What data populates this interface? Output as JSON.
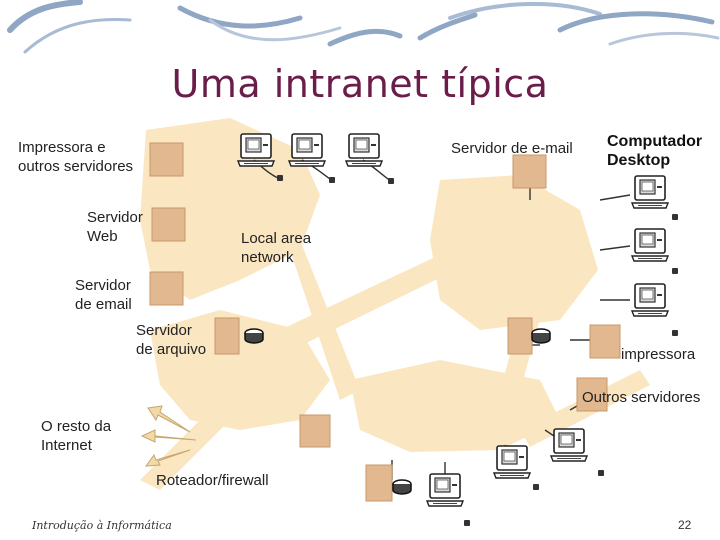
{
  "slide": {
    "title": "Uma intranet típica",
    "footer_left": "Introdução à Informática",
    "page_number": "22"
  },
  "labels": {
    "impressora_outros": "Impressora e\noutros servidores",
    "servidor_web": "Servidor\nWeb",
    "servidor_email_left": "Servidor\nde email",
    "servidor_arquivo": "Servidor\nde arquivo",
    "local_area_network": "Local area\nnetwork",
    "servidor_email_top": "Servidor de e-mail",
    "computador_desktop": "Computador\nDesktop",
    "impressora": "impressora",
    "outros_servidores": "Outros servidores",
    "resto_internet": "O resto da\nInternet",
    "roteador_firewall": "Roteador/firewall"
  },
  "colors": {
    "title": "#6b1d4a",
    "network_fill": "#fbe6c2",
    "server_box": "#e1b88f",
    "server_box_edge": "#c9976a",
    "arrow": "#f2d9a8",
    "swoosh": "#8fa6c4"
  },
  "icons": {
    "computer": "desktop-computer-icon",
    "disk": "disk-drive-icon",
    "arrow": "arrow-icon"
  }
}
